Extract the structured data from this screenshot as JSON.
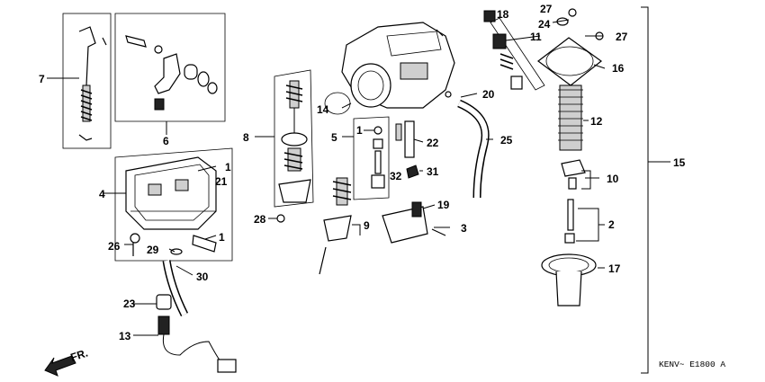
{
  "labels": [
    "1",
    "1",
    "1",
    "2",
    "3",
    "4",
    "5",
    "6",
    "7",
    "8",
    "9",
    "10",
    "11",
    "12",
    "13",
    "14",
    "15",
    "16",
    "17",
    "18",
    "19",
    "20",
    "21",
    "22",
    "23",
    "24",
    "25",
    "26",
    "27",
    "27",
    "28",
    "29",
    "30",
    "31",
    "32"
  ],
  "diagram_code": "KENV~ E1800 A",
  "fr_label": "FR."
}
